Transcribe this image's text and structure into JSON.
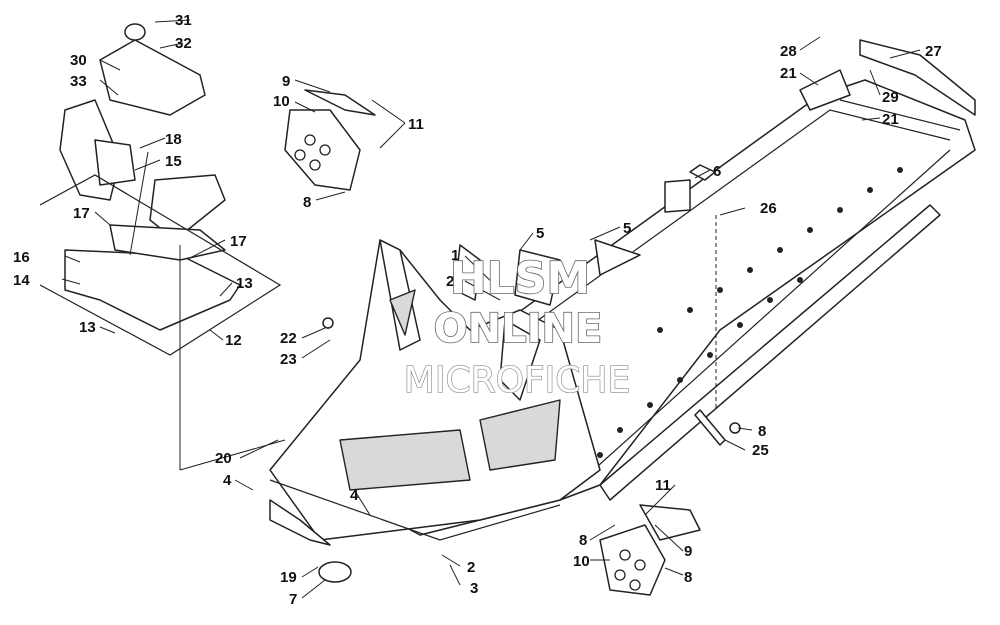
{
  "diagram": {
    "callouts": [
      "1",
      "2",
      "3",
      "4",
      "4",
      "5",
      "5",
      "6",
      "7",
      "8",
      "8",
      "8",
      "8",
      "9",
      "9",
      "10",
      "10",
      "11",
      "11",
      "12",
      "13",
      "13",
      "14",
      "15",
      "16",
      "17",
      "17",
      "18",
      "19",
      "20",
      "21",
      "21",
      "22",
      "23",
      "24",
      "25",
      "26",
      "27",
      "28",
      "29",
      "30",
      "31",
      "32",
      "33"
    ]
  },
  "watermark": {
    "line1": "HLSM",
    "line2": "ONLINE",
    "line3": "MICROFICHE"
  },
  "colors": {
    "line": "#222222",
    "fill": "#ffffff",
    "shade": "#d9d9d9"
  }
}
